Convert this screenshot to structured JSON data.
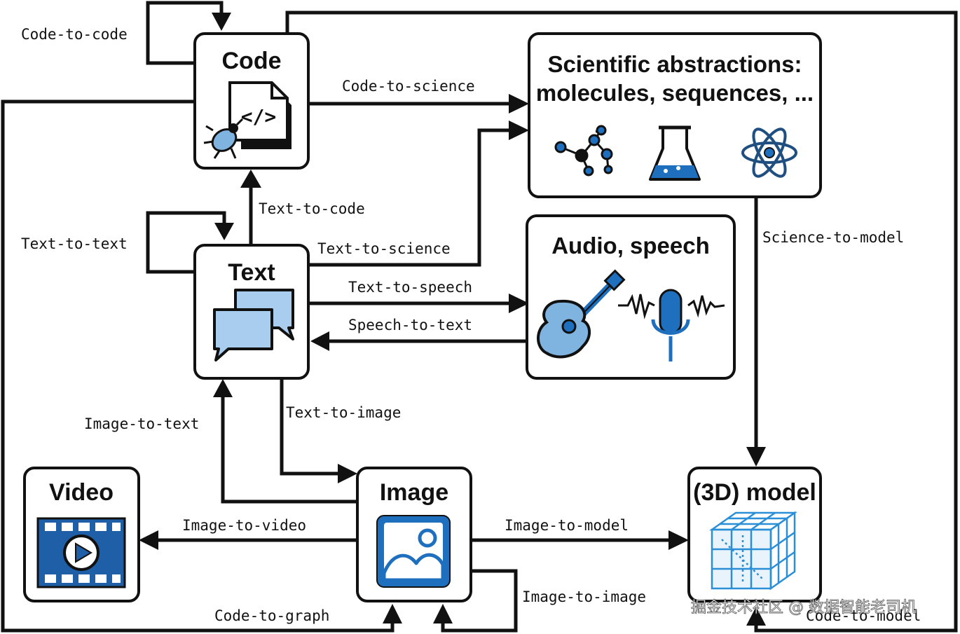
{
  "nodes": {
    "code": "Code",
    "science_line1": "Scientific abstractions:",
    "science_line2": "molecules, sequences, ...",
    "text": "Text",
    "audio": "Audio, speech",
    "video": "Video",
    "image": "Image",
    "model": "(3D) model"
  },
  "edges": {
    "code_to_code": "Code-to-code",
    "code_to_science": "Code-to-science",
    "text_to_code": "Text-to-code",
    "text_to_text": "Text-to-text",
    "text_to_science": "Text-to-science",
    "text_to_speech": "Text-to-speech",
    "speech_to_text": "Speech-to-text",
    "science_to_model": "Science-to-model",
    "image_to_text": "Image-to-text",
    "text_to_image": "Text-to-image",
    "image_to_video": "Image-to-video",
    "image_to_model": "Image-to-model",
    "image_to_image": "Image-to-image",
    "code_to_graph": "Code-to-graph",
    "code_to_model": "Code-to-model"
  },
  "watermark": "掘金技术社区 @ 数据智能老司机",
  "icons": [
    "code-file-icon",
    "bug-icon",
    "molecule-icon",
    "flask-icon",
    "atom-icon",
    "speech-bubbles-icon",
    "guitar-icon",
    "microphone-icon",
    "film-play-icon",
    "picture-icon",
    "cube-grid-icon"
  ],
  "colors": {
    "accent_blue": "#1f6fbf",
    "light_blue": "#a9cdee",
    "outline": "#111111"
  }
}
